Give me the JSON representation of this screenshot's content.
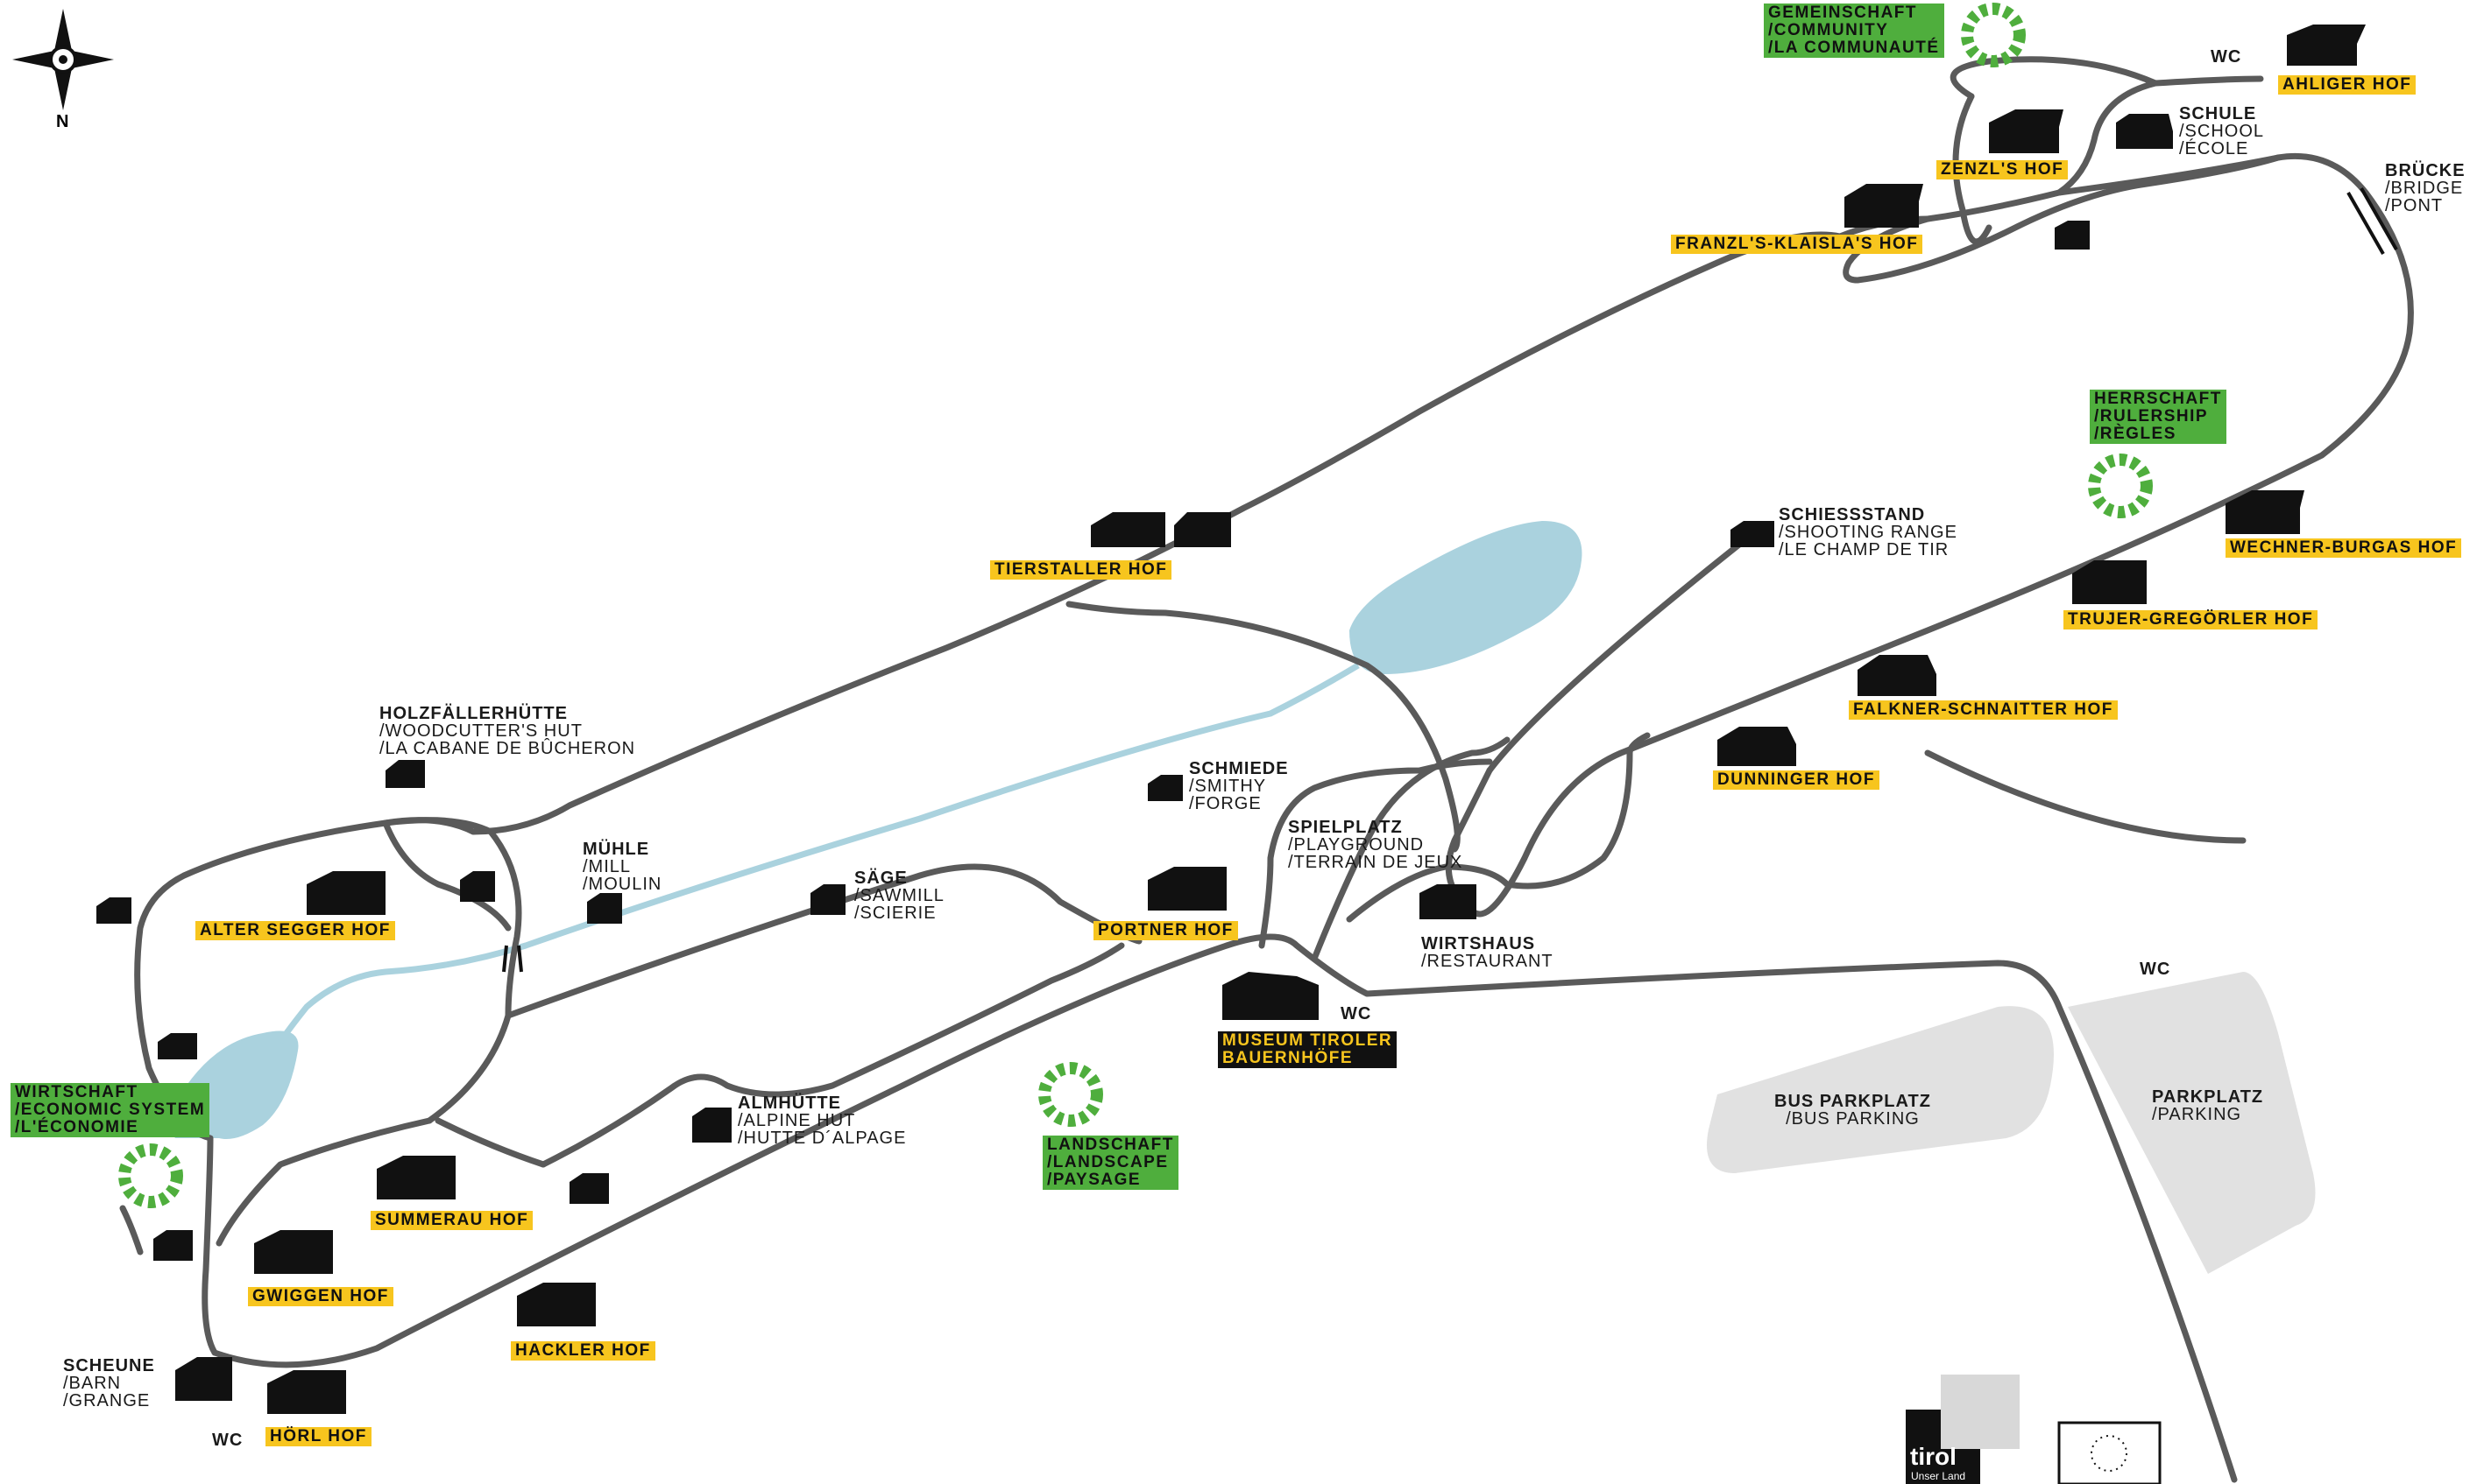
{
  "compass": {
    "north": "N"
  },
  "colors": {
    "road": "#5a5a5a",
    "water": "#aad2de",
    "farm": "#f7c51e",
    "theme": "#4fae3d",
    "parking": "#e1e1e1"
  },
  "farms": [
    "AHLIGER HOF",
    "ZENZL'S HOF",
    "FRANZL'S-KLAISLA'S HOF",
    "TIERSTALLER HOF",
    "WECHNER-BURGAS HOF",
    "TRUJER-GREGÖRLER HOF",
    "FALKNER-SCHNAITTER HOF",
    "DUNNINGER HOF",
    "ALTER SEGGER HOF",
    "PORTNER HOF",
    "SUMMERAU HOF",
    "GWIGGEN HOF",
    "HACKLER HOF",
    "HÖRL HOF"
  ],
  "themes": {
    "community": [
      "GEMEINSCHAFT",
      "/COMMUNITY",
      "/LA COMMUNAUTÉ"
    ],
    "rulership": [
      "HERRSCHAFT",
      "/RULERSHIP",
      "/RÈGLES"
    ],
    "economy": [
      "WIRTSCHAFT",
      "/ECONOMIC SYSTEM",
      "/L'ÉCONOMIE"
    ],
    "landscape": [
      "LANDSCHAFT",
      "/LANDSCAPE",
      "/PAYSAGE"
    ]
  },
  "museum": [
    "MUSEUM TIROLER",
    "BAUERNHÖFE"
  ],
  "places": {
    "school": {
      "title": "SCHULE",
      "lines": [
        "/SCHOOL",
        "/ÉCOLE"
      ]
    },
    "bridge": {
      "title": "BRÜCKE",
      "lines": [
        "/BRIDGE",
        "/PONT"
      ]
    },
    "shooting": {
      "title": "SCHIESSSTAND",
      "lines": [
        "/SHOOTING RANGE",
        "/LE CHAMP DE TIR"
      ]
    },
    "woodcutter": {
      "title": "HOLZFÄLLERHÜTTE",
      "lines": [
        "/WOODCUTTER'S HUT",
        "/LA CABANE DE BÛCHERON"
      ]
    },
    "smithy": {
      "title": "SCHMIEDE",
      "lines": [
        "/SMITHY",
        "/FORGE"
      ]
    },
    "mill": {
      "title": "MÜHLE",
      "lines": [
        "/MILL",
        "/MOULIN"
      ]
    },
    "sawmill": {
      "title": "SÄGE",
      "lines": [
        "/SAWMILL",
        "/SCIERIE"
      ]
    },
    "playground": {
      "title": "SPIELPLATZ",
      "lines": [
        "/PLAYGROUND",
        "/TERRAIN DE JEUX"
      ]
    },
    "restaurant": {
      "title": "WIRTSHAUS",
      "lines": [
        "/RESTAURANT"
      ]
    },
    "alpine": {
      "title": "ALMHÜTTE",
      "lines": [
        "/ALPINE HUT",
        "/HUTTE D´ALPAGE"
      ]
    },
    "barn": {
      "title": "SCHEUNE",
      "lines": [
        "/BARN",
        "/GRANGE"
      ]
    },
    "busparking": {
      "title": "BUS PARKPLATZ",
      "lines": [
        "/BUS PARKING"
      ]
    },
    "parking": {
      "title": "PARKPLATZ",
      "lines": [
        "/PARKING"
      ]
    }
  },
  "wc": "WC",
  "logos": {
    "tirol": "tirol",
    "tirol_sub": "Unser Land"
  }
}
